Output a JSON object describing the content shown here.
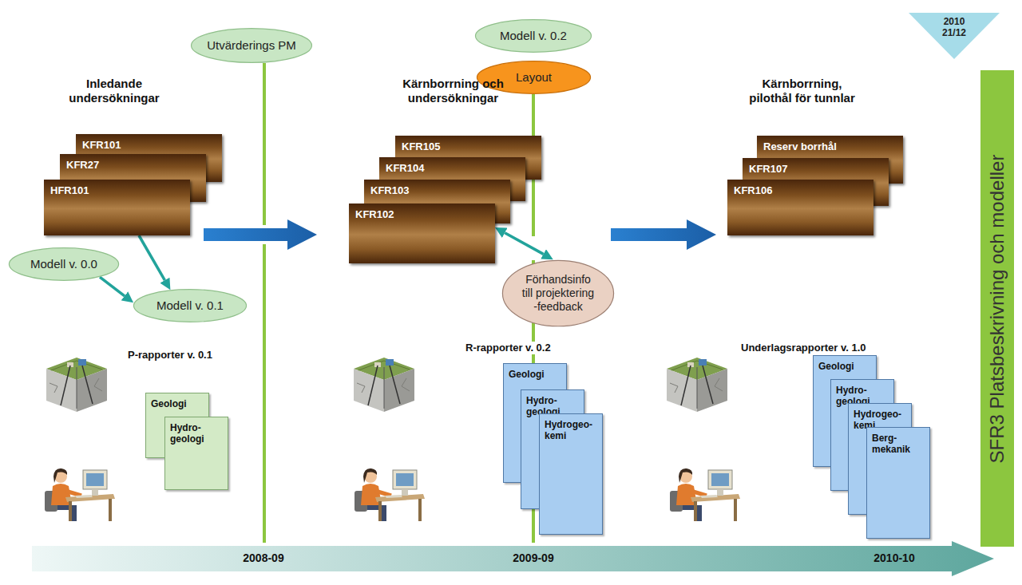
{
  "diagram": {
    "nodes": [
      {
        "text": [
          "Utvärderings PM"
        ]
      },
      {
        "text": [
          "Modell v. 0.2"
        ]
      },
      {
        "text": [
          "Layout"
        ]
      },
      {
        "text": [
          "2010 21/12"
        ]
      },
      {
        "text": [
          "KFR101"
        ]
      },
      {
        "text": [
          "KFR27"
        ]
      },
      {
        "text": [
          "HFR101"
        ]
      },
      {
        "text": [
          "KFR105"
        ]
      },
      {
        "text": [
          "KFR104"
        ]
      },
      {
        "text": [
          "KFR103"
        ]
      },
      {
        "text": [
          "KFR102"
        ]
      },
      {
        "text": [
          "Reserv borrhål"
        ]
      },
      {
        "text": [
          "KFR107"
        ]
      },
      {
        "text": [
          "KFR106"
        ]
      },
      {
        "text": [
          "SFR3 Platsbeskrivning och modeller"
        ]
      },
      {
        "text": [
          "Modell v. 0.0"
        ]
      },
      {
        "text": [
          "Modell v. 0.1"
        ]
      },
      {
        "text": [
          "Förhandsinfo till projektering -feedback"
        ]
      },
      {
        "text": [
          "Geologi"
        ]
      },
      {
        "text": [
          "Hydro- geologi"
        ]
      },
      {
        "text": [
          "Geologi"
        ]
      },
      {
        "text": [
          "Hydro- geologi"
        ]
      },
      {
        "text": [
          "Hydrogeo- kemi"
        ]
      },
      {
        "text": [
          "Geologi"
        ]
      },
      {
        "text": [
          "Hydro- geologi"
        ]
      },
      {
        "text": [
          "Hydrogeo- kemi"
        ]
      },
      {
        "text": [
          "Berg- mekanik"
        ]
      }
    ],
    "edges": [
      {
        "from": 6,
        "to": 16,
        "arrow": "to"
      },
      {
        "from": 15,
        "to": 16,
        "arrow": "to"
      },
      {
        "from": 10,
        "to": 17,
        "arrow": "both"
      }
    ],
    "labels": [
      "Inledande undersökningar",
      "Kärnborrning och undersökningar",
      "Kärnborrning, pilothål för tunnlar",
      "P-rapporter v. 0.1",
      "R-rapporter v. 0.2",
      "Underlagsrapporter v. 1.0",
      "2008-09",
      "2009-09",
      "2010-10"
    ]
  }
}
